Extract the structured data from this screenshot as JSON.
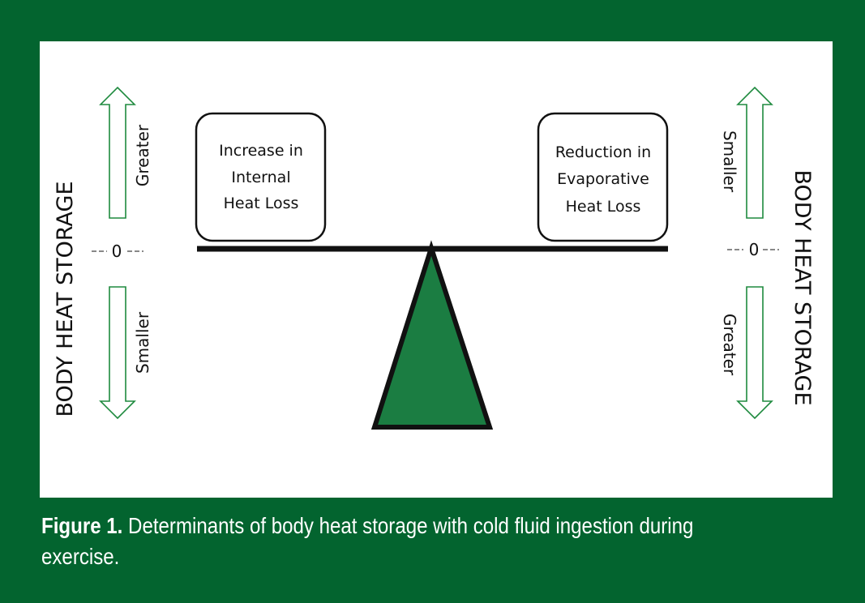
{
  "diagram": {
    "left_axis": {
      "title": "BODY HEAT STORAGE",
      "up_label": "Greater",
      "down_label": "Smaller",
      "zero_label": "0"
    },
    "right_axis": {
      "title": "BODY HEAT STORAGE",
      "up_label": "Smaller",
      "down_label": "Greater",
      "zero_label": "0"
    },
    "left_box": {
      "lines": [
        "Increase in",
        "Internal",
        "Heat Loss"
      ]
    },
    "right_box": {
      "lines": [
        "Reduction in",
        "Evaporative",
        "Heat Loss"
      ]
    },
    "colors": {
      "background": "#03642f",
      "arrow_outline": "#1e8a3e",
      "fulcrum_fill": "#1b7d42",
      "beam": "#111111"
    }
  },
  "caption": {
    "label": "Figure 1.",
    "text": " Determinants of body heat storage with cold fluid ingestion during exercise."
  }
}
